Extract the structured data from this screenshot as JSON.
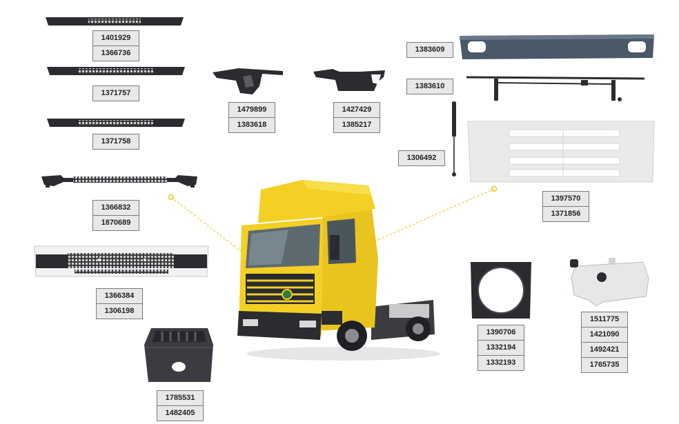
{
  "colors": {
    "label_bg": "#e8e8e8",
    "label_border": "#7a7a7a",
    "leader_line": "#f0c419",
    "truck_yellow": "#f4d024",
    "part_dark": "#2a2c30",
    "part_grey_white": "#e9eaea",
    "bumper_blue": "#4a5868"
  },
  "parts": [
    {
      "id": "grille-strip-top",
      "codes": [
        "1401929",
        "1366736"
      ]
    },
    {
      "id": "grille-strip-2",
      "codes": [
        "1371757"
      ]
    },
    {
      "id": "grille-strip-3",
      "codes": [
        "1371758"
      ]
    },
    {
      "id": "lower-grille-bracket",
      "codes": [
        "1366832",
        "1870689"
      ]
    },
    {
      "id": "front-panel-white",
      "codes": [
        "1366384",
        "1306198"
      ]
    },
    {
      "id": "step-box",
      "codes": [
        "1785531",
        "1482405"
      ]
    },
    {
      "id": "mirror-bracket-left",
      "codes": [
        "1479899",
        "1383618"
      ]
    },
    {
      "id": "mirror-bracket-right",
      "codes": [
        "1427429",
        "1385217"
      ]
    },
    {
      "id": "front-bumper-cover",
      "codes": [
        "1383609"
      ]
    },
    {
      "id": "grille-frame-bar",
      "codes": [
        "1383610"
      ]
    },
    {
      "id": "gas-strut",
      "codes": [
        "1306492"
      ]
    },
    {
      "id": "front-grille-white",
      "codes": [
        "1397570",
        "1371856"
      ]
    },
    {
      "id": "fan-shroud",
      "codes": [
        "1390706",
        "1332194",
        "1332193"
      ]
    },
    {
      "id": "expansion-tank",
      "codes": [
        "1511775",
        "1421090",
        "1492421",
        "1765735"
      ]
    }
  ]
}
